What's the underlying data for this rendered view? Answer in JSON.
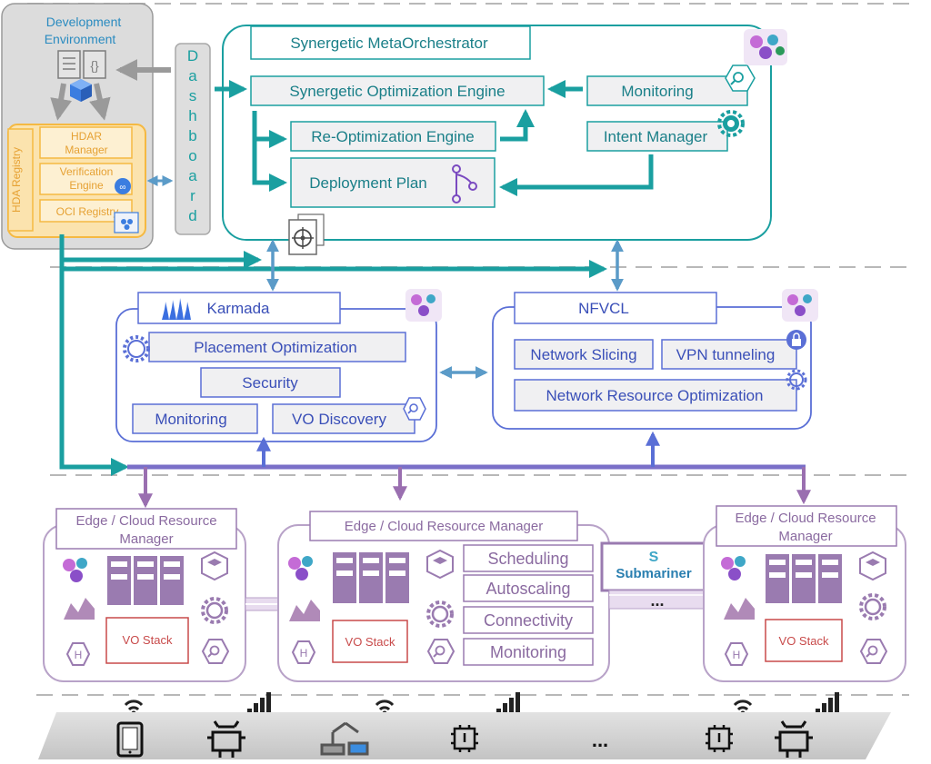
{
  "dev_env": {
    "title_line1": "Development",
    "title_line2": "Environment",
    "registry_label": "HDA Registry",
    "hdar_line1": "HDAR",
    "hdar_line2": "Manager",
    "verification_line1": "Verification",
    "verification_line2": "Engine",
    "oci_registry": "OCI Registry"
  },
  "dashboard_letters": [
    "D",
    "a",
    "s",
    "h",
    "b",
    "o",
    "a",
    "r",
    "d"
  ],
  "meta": {
    "title": "Synergetic MetaOrchestrator",
    "optimization_engine": "Synergetic Optimization Engine",
    "monitoring": "Monitoring",
    "reoptimization": "Re-Optimization Engine",
    "intent_manager": "Intent Manager",
    "deployment_plan": "Deployment Plan"
  },
  "karmada": {
    "title": "Karmada",
    "placement": "Placement Optimization",
    "security": "Security",
    "monitoring": "Monitoring",
    "vo_discovery": "VO Discovery"
  },
  "nfvcl": {
    "title": "NFVCL",
    "network_slicing": "Network Slicing",
    "vpn": "VPN tunneling",
    "net_resource_opt": "Network Resource Optimization"
  },
  "edge_left": {
    "title_line1": "Edge / Cloud Resource",
    "title_line2": "Manager",
    "vo_stack": "VO Stack"
  },
  "edge_center": {
    "title": "Edge / Cloud Resource Manager",
    "vo_stack": "VO Stack",
    "services": [
      "Scheduling",
      "Autoscaling",
      "Connectivity",
      "Monitoring"
    ]
  },
  "edge_right": {
    "title_line1": "Edge / Cloud Resource",
    "title_line2": "Manager",
    "vo_stack": "VO Stack"
  },
  "submariner": {
    "label": "Submariner",
    "dots": "..."
  },
  "devices_ellipsis": "...",
  "colors": {
    "teal": "#1a9fa0",
    "blue": "#5a6fd6",
    "purple": "#9a7bb0",
    "orange": "#f5b942",
    "dev_fill": "#dcdcdc",
    "box_fill": "#f0f0f2"
  }
}
